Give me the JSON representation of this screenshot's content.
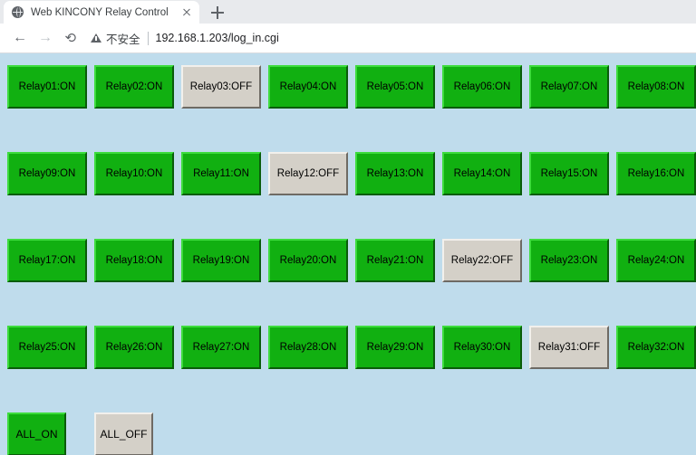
{
  "browser": {
    "tab": {
      "title": "Web KINCONY Relay Control",
      "favicon_name": "globe-icon",
      "close_label": "×"
    },
    "new_tab_label": "+",
    "nav": {
      "back_label": "←",
      "forward_label": "→",
      "reload_label": "⟳"
    },
    "omnibox": {
      "security_label": "不安全",
      "separator": "|",
      "url": "192.168.1.203/log_in.cgi"
    }
  },
  "page": {
    "background_color": "#bfdcec",
    "on_color": "#11b011",
    "off_color": "#d4d0c8",
    "relays": [
      {
        "label": "Relay01:ON",
        "state": "ON"
      },
      {
        "label": "Relay02:ON",
        "state": "ON"
      },
      {
        "label": "Relay03:OFF",
        "state": "OFF"
      },
      {
        "label": "Relay04:ON",
        "state": "ON"
      },
      {
        "label": "Relay05:ON",
        "state": "ON"
      },
      {
        "label": "Relay06:ON",
        "state": "ON"
      },
      {
        "label": "Relay07:ON",
        "state": "ON"
      },
      {
        "label": "Relay08:ON",
        "state": "ON"
      },
      {
        "label": "Relay09:ON",
        "state": "ON"
      },
      {
        "label": "Relay10:ON",
        "state": "ON"
      },
      {
        "label": "Relay11:ON",
        "state": "ON"
      },
      {
        "label": "Relay12:OFF",
        "state": "OFF"
      },
      {
        "label": "Relay13:ON",
        "state": "ON"
      },
      {
        "label": "Relay14:ON",
        "state": "ON"
      },
      {
        "label": "Relay15:ON",
        "state": "ON"
      },
      {
        "label": "Relay16:ON",
        "state": "ON"
      },
      {
        "label": "Relay17:ON",
        "state": "ON"
      },
      {
        "label": "Relay18:ON",
        "state": "ON"
      },
      {
        "label": "Relay19:ON",
        "state": "ON"
      },
      {
        "label": "Relay20:ON",
        "state": "ON"
      },
      {
        "label": "Relay21:ON",
        "state": "ON"
      },
      {
        "label": "Relay22:OFF",
        "state": "OFF"
      },
      {
        "label": "Relay23:ON",
        "state": "ON"
      },
      {
        "label": "Relay24:ON",
        "state": "ON"
      },
      {
        "label": "Relay25:ON",
        "state": "ON"
      },
      {
        "label": "Relay26:ON",
        "state": "ON"
      },
      {
        "label": "Relay27:ON",
        "state": "ON"
      },
      {
        "label": "Relay28:ON",
        "state": "ON"
      },
      {
        "label": "Relay29:ON",
        "state": "ON"
      },
      {
        "label": "Relay30:ON",
        "state": "ON"
      },
      {
        "label": "Relay31:OFF",
        "state": "OFF"
      },
      {
        "label": "Relay32:ON",
        "state": "ON"
      }
    ],
    "all_buttons": [
      {
        "label": "ALL_ON",
        "state": "ON"
      },
      {
        "label": "ALL_OFF",
        "state": "OFF"
      }
    ]
  }
}
